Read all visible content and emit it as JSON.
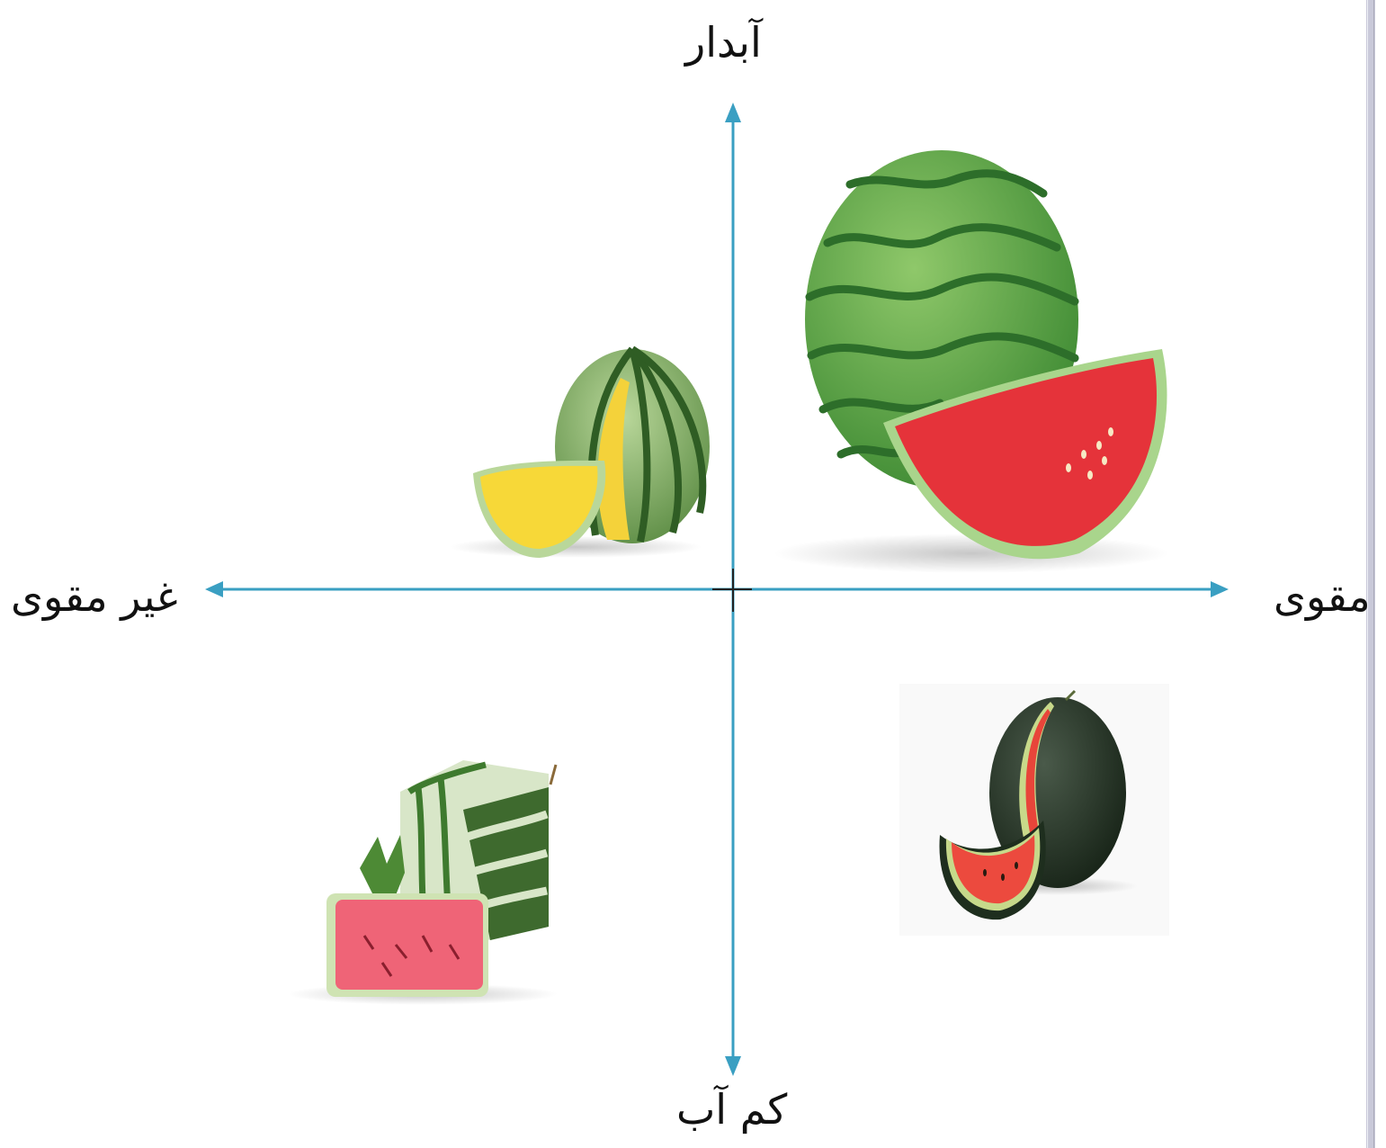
{
  "axes": {
    "top_label": "آبدار",
    "bottom_label": "کم آب",
    "left_label": "غیر مقوی",
    "right_label": "مقوی",
    "axis_color": "#3a9fc2"
  },
  "quadrants": [
    {
      "position": "top-right",
      "image": "red-watermelon-with-slice"
    },
    {
      "position": "top-left",
      "image": "yellow-watermelon-with-slice"
    },
    {
      "position": "bottom-left",
      "image": "square-watermelon-with-slice"
    },
    {
      "position": "bottom-right",
      "image": "black-watermelon-with-slice"
    }
  ]
}
